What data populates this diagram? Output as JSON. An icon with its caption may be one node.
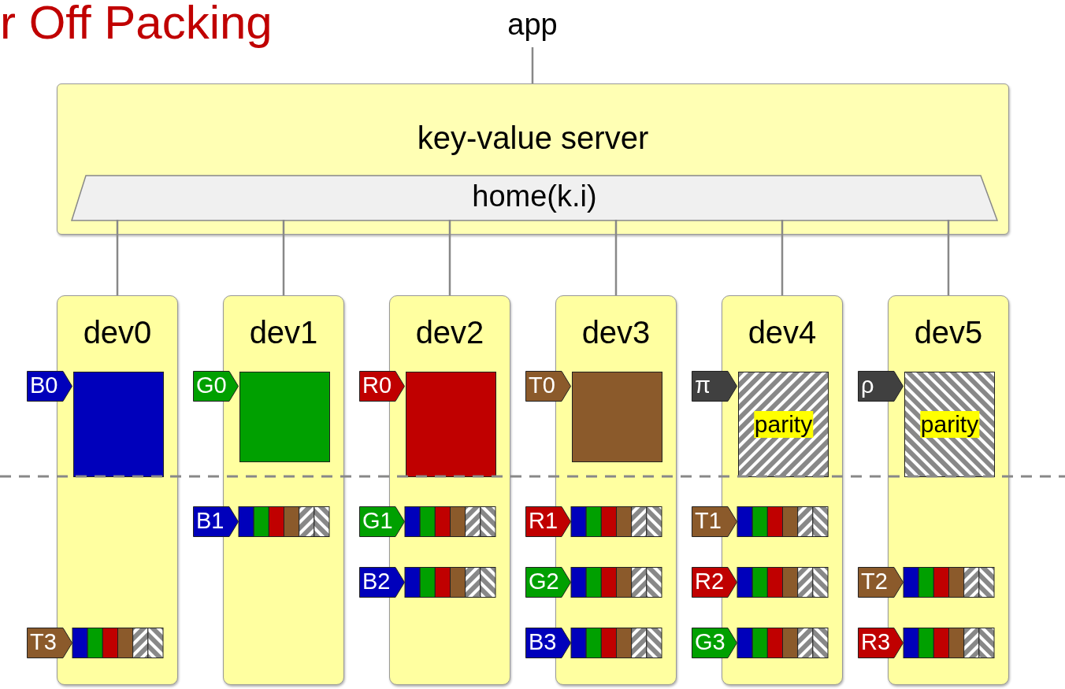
{
  "diagram": {
    "title": "r Off Packing",
    "nodes": [
      {
        "text": [
          "app"
        ]
      },
      {
        "text": [
          "key-value server"
        ]
      },
      {
        "text": [
          "home(k.i)"
        ],
        "in": 1
      },
      {
        "text": [
          "dev0"
        ]
      },
      {
        "text": [
          "dev1"
        ]
      },
      {
        "text": [
          "dev2"
        ]
      },
      {
        "text": [
          "dev3"
        ]
      },
      {
        "text": [
          "dev4"
        ]
      },
      {
        "text": [
          "dev5"
        ]
      },
      {
        "text": [
          "B0"
        ]
      },
      {
        "text": [],
        "shape": "box",
        "in": 3
      },
      {
        "text": [
          "G0"
        ]
      },
      {
        "text": [],
        "shape": "box",
        "in": 4
      },
      {
        "text": [
          "R0"
        ]
      },
      {
        "text": [],
        "shape": "box",
        "in": 5
      },
      {
        "text": [
          "T0"
        ]
      },
      {
        "text": [],
        "shape": "box",
        "in": 6
      },
      {
        "text": [
          "π"
        ]
      },
      {
        "text": [
          "parity"
        ],
        "in": 7
      },
      {
        "text": [
          "ρ"
        ]
      },
      {
        "text": [
          "parity"
        ],
        "in": 8
      },
      {
        "text": [
          "B1"
        ]
      },
      {
        "text": [
          "G1"
        ]
      },
      {
        "text": [
          "R1"
        ]
      },
      {
        "text": [
          "T1"
        ]
      },
      {
        "text": [
          "B2"
        ]
      },
      {
        "text": [
          "G2"
        ]
      },
      {
        "text": [
          "R2"
        ]
      },
      {
        "text": [
          "T2"
        ]
      },
      {
        "text": [
          "T3"
        ]
      },
      {
        "text": [
          "B3"
        ]
      },
      {
        "text": [
          "G3"
        ]
      },
      {
        "text": [
          "R3"
        ]
      }
    ],
    "edges": [
      {
        "from": 0,
        "to": 1,
        "arrow": "none"
      },
      {
        "from": 2,
        "to": 3,
        "arrow": "none"
      },
      {
        "from": 2,
        "to": 4,
        "arrow": "none"
      },
      {
        "from": 2,
        "to": 5,
        "arrow": "none"
      },
      {
        "from": 2,
        "to": 6,
        "arrow": "none"
      },
      {
        "from": 2,
        "to": 7,
        "arrow": "none"
      },
      {
        "from": 2,
        "to": 8,
        "arrow": "none"
      }
    ]
  }
}
